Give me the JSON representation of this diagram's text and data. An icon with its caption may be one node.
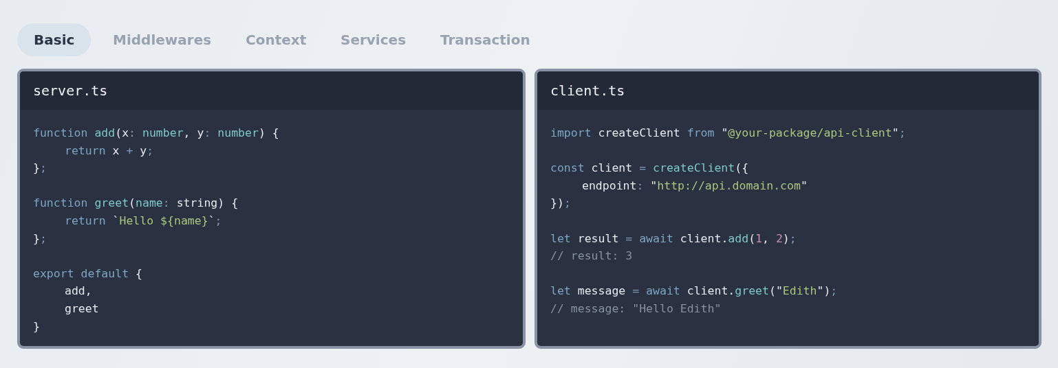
{
  "diagram": {
    "nodes": [
      {
        "text": [
          "server.ts",
          "function add(x: number, y: number) {",
          "return x + y;",
          "};",
          "function greet(name: string) {",
          "return `Hello ${name}`;",
          "};",
          "export default {",
          "add,",
          "greet",
          "}"
        ]
      },
      {
        "text": [
          "client.ts",
          "import createClient from \"@your-package/api-client\";",
          "const client = createClient({",
          "endpoint: \"http://api.domain.com\"",
          "});",
          "let result = await client.add(1, 2);",
          "// result: 3",
          "let message = await client.greet(\"Edith\");",
          "// message: \"Hello Edith\""
        ]
      }
    ],
    "labels": [
      "Basic",
      "Middlewares",
      "Context",
      "Services",
      "Transaction"
    ]
  }
}
